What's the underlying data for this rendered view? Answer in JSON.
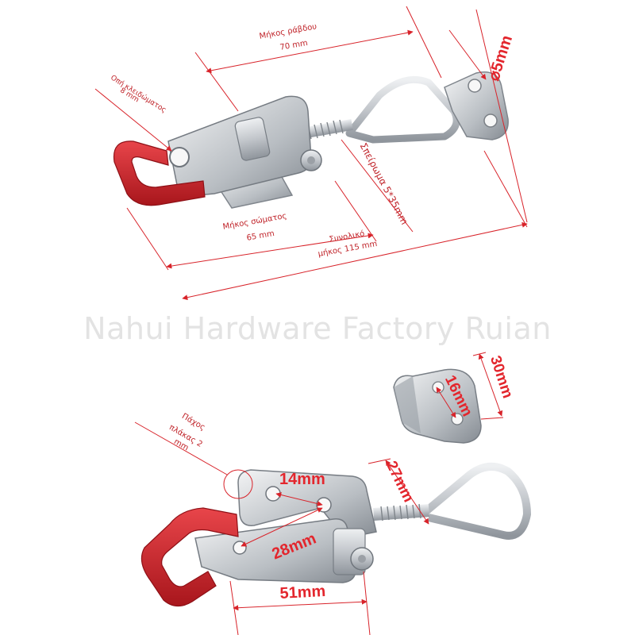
{
  "watermark": "Nahui Hardware Factory Ruian",
  "top_labels": {
    "rod_length_title": "Μήκος ράβδου",
    "rod_length_value": "70 mm",
    "diameter": "⌀5mm",
    "lock_hole_title": "Οπή κλειδώματος",
    "lock_hole_value": "8 mm",
    "thread": "Σπείρωμα 5*35mm",
    "body_length_title": "Μήκος σώματος",
    "body_length_value": "65 mm",
    "total_length_title": "Συνολικό",
    "total_length_value": "μήκος 115 mm"
  },
  "bottom_labels": {
    "plate_thickness_line1": "Πάχος",
    "plate_thickness_line2": "πλάκας 2",
    "plate_thickness_line3": "mm",
    "hole_spacing": "14mm",
    "hole_diagonal": "28mm",
    "body_width": "51mm",
    "height": "27mm",
    "catch_hole_spacing": "16mm",
    "catch_height": "30mm"
  },
  "colors": {
    "dimension_line": "#d8232a",
    "handle_grip": "#cc2226",
    "steel": "#c9ccd0"
  }
}
